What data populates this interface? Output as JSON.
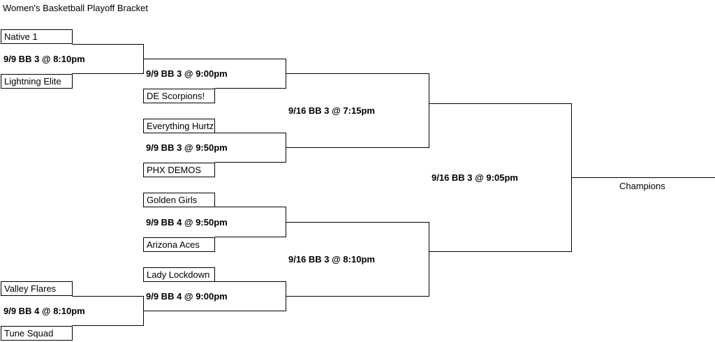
{
  "title": "Women's Basketball Playoff Bracket",
  "round1": {
    "top": {
      "team_a": "Native 1",
      "team_b": "Lightning Elite",
      "game": "9/9 BB 3 @ 8:10pm"
    },
    "bottom": {
      "team_a": "Valley Flares",
      "team_b": "Tune Squad",
      "game": "9/9 BB 4 @ 8:10pm"
    }
  },
  "round2": [
    {
      "team_b": "DE Scorpions!",
      "game": "9/9 BB 3 @ 9:00pm"
    },
    {
      "team_a": "Everything Hurtz",
      "team_b": "PHX DEMOS",
      "game": "9/9 BB 3 @ 9:50pm"
    },
    {
      "team_a": "Golden Girls",
      "team_b": "Arizona Aces",
      "game": "9/9 BB 4 @ 9:50pm"
    },
    {
      "team_a": "Lady Lockdown",
      "game": "9/9 BB 4 @ 9:00pm"
    }
  ],
  "semifinals": [
    {
      "game": "9/16 BB 3 @ 7:15pm"
    },
    {
      "game": "9/16 BB 3 @ 8:10pm"
    }
  ],
  "final": {
    "game": "9/16 BB 3 @ 9:05pm",
    "champion_label": "Champions"
  }
}
